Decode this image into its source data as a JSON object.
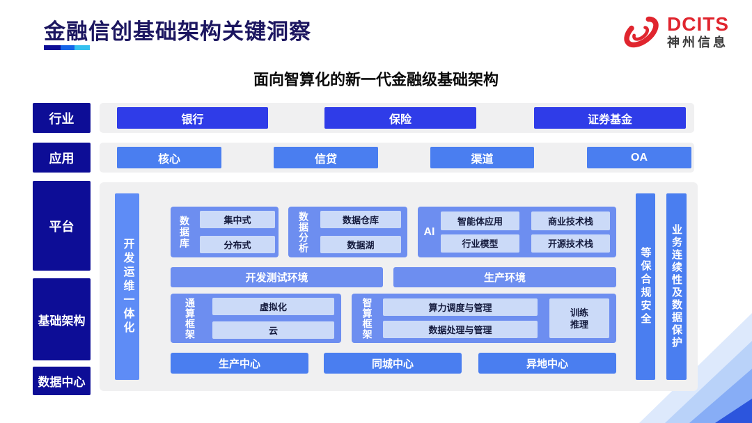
{
  "header": {
    "title": "金融信创基础架构关键洞察",
    "logo": {
      "brand": "DCITS",
      "company": "神州信息"
    }
  },
  "subtitle": "面向智算化的新一代金融级基础架构",
  "rows": {
    "industry": {
      "label": "行业",
      "items": [
        "银行",
        "保险",
        "证券基金"
      ]
    },
    "application": {
      "label": "应用",
      "items": [
        "核心",
        "信贷",
        "渠道",
        "OA"
      ]
    }
  },
  "platform": {
    "left_labels": {
      "platform": "平台",
      "infrastructure": "基础架构",
      "datacenter": "数据中心"
    },
    "devops_bar": "开发运维一体化",
    "security_bar": "等保合规安全",
    "continuity_bar": "业务连续性及数据保护",
    "database_group": {
      "label": "数据库",
      "items": [
        "集中式",
        "分布式"
      ]
    },
    "analytics_group": {
      "label": "数据分析",
      "items": [
        "数据仓库",
        "数据湖"
      ]
    },
    "ai_group": {
      "label": "AI",
      "items": [
        "智能体应用",
        "商业技术栈",
        "行业模型",
        "开源技术栈"
      ]
    },
    "environments": [
      "开发测试环境",
      "生产环境"
    ],
    "general_framework": {
      "label": "通算框架",
      "items": [
        "虚拟化",
        "云"
      ]
    },
    "intelligent_framework": {
      "label": "智算框架",
      "items": [
        "算力调度与管理",
        "数据处理与管理"
      ],
      "side": "训练推理"
    },
    "centers": [
      "生产中心",
      "同城中心",
      "异地中心"
    ]
  },
  "colors": {
    "navy": "#0d0d96",
    "bright_blue": "#2f3ce8",
    "accent_blue": "#4a7ef0",
    "panel_blue": "#6d8ef0",
    "light_box": "#cbdaf8",
    "brand_red": "#e0252e",
    "title_navy": "#1c1660"
  }
}
